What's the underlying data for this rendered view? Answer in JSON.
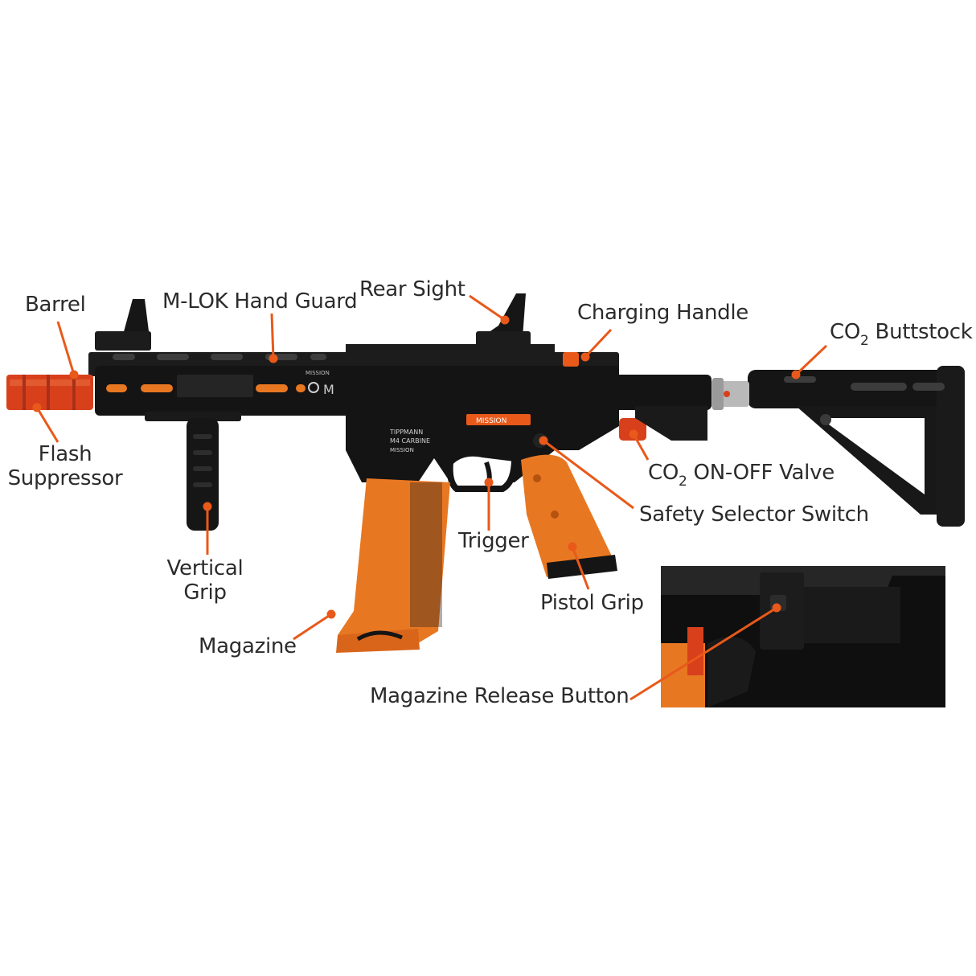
{
  "colors": {
    "accent": "#e8591a",
    "orange_part": "#e87722",
    "barrel_red": "#d8401c",
    "body_black": "#151515",
    "label_text": "#2b2b2b"
  },
  "labels": {
    "barrel": "Barrel",
    "flash_line1": "Flash",
    "flash_line2": "Suppressor",
    "mlok": "M-LOK Hand Guard",
    "rear_sight": "Rear Sight",
    "charging_handle": "Charging Handle",
    "co2_buttstock_pre": "CO",
    "co2_buttstock_sub": "2",
    "co2_buttstock_post": " Buttstock",
    "co2_valve_pre": "CO",
    "co2_valve_sub": "2",
    "co2_valve_post": " ON-OFF Valve",
    "safety": "Safety Selector Switch",
    "trigger": "Trigger",
    "pistol_grip": "Pistol Grip",
    "vertical_line1": "Vertical",
    "vertical_line2": "Grip",
    "magazine": "Magazine",
    "mag_release": "Magazine Release Button"
  },
  "markings": {
    "brand": "MISSION",
    "receiver_line1": "TIPPMANN",
    "receiver_line2": "M4 CARBINE",
    "receiver_line3": "MISSION",
    "plate": "MISSION"
  }
}
